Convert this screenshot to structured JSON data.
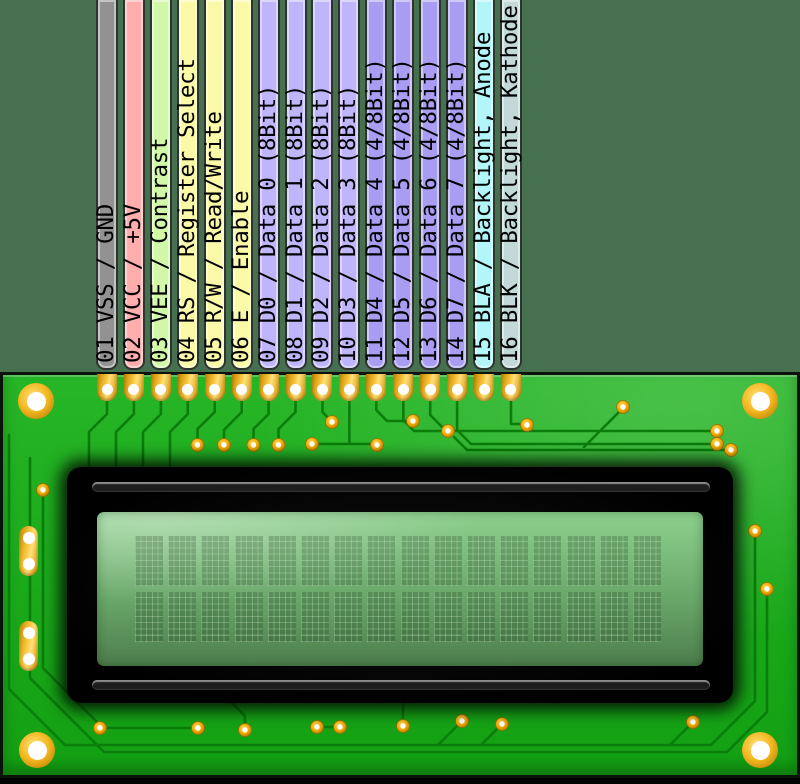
{
  "diagram": {
    "subject": "16x2 character LCD module pinout",
    "lcd": {
      "columns": 16,
      "rows": 2
    }
  },
  "board": {
    "background_color": "#477050",
    "pcb_color": "#1cab1c",
    "trace_color": "#0a7d0a",
    "pad_gold_color": "#f0b325",
    "via_gold_color": "#f2ab00",
    "bezel_color": "#000000",
    "screen_color_top": "#8ed08e",
    "screen_color_bottom": "#4d7d4d"
  },
  "pins": [
    {
      "number": "01",
      "signal": "VSS",
      "function": "GND",
      "label": "01 VSS / GND",
      "color": "#929292"
    },
    {
      "number": "02",
      "signal": "VCC",
      "function": "+5V",
      "label": "02 VCC / +5V",
      "color": "#ffadad"
    },
    {
      "number": "03",
      "signal": "VEE",
      "function": "Contrast",
      "label": "03 VEE / Contrast",
      "color": "#d2f7a8"
    },
    {
      "number": "04",
      "signal": "RS",
      "function": "Register Select",
      "label": "04 RS / Register Select",
      "color": "#f9f9a8"
    },
    {
      "number": "05",
      "signal": "R/W",
      "function": "Read/Write",
      "label": "05 R/W / Read/Write",
      "color": "#f9f9a8"
    },
    {
      "number": "06",
      "signal": "E",
      "function": "Enable",
      "label": "06 E / Enable",
      "color": "#f9f9a8"
    },
    {
      "number": "07",
      "signal": "D0",
      "function": "Data 0 (8Bit)",
      "label": "07 D0 / Data 0 (8Bit)",
      "color": "#beb5fa"
    },
    {
      "number": "08",
      "signal": "D1",
      "function": "Data 1 (8Bit)",
      "label": "08 D1 / Data 1 (8Bit)",
      "color": "#beb5fa"
    },
    {
      "number": "09",
      "signal": "D2",
      "function": "Data 2 (8Bit)",
      "label": "09 D2 / Data 2 (8Bit)",
      "color": "#beb5fa"
    },
    {
      "number": "10",
      "signal": "D3",
      "function": "Data 3 (8Bit)",
      "label": "10 D3 / Data 3 (8Bit)",
      "color": "#beb5fa"
    },
    {
      "number": "11",
      "signal": "D4",
      "function": "Data 4 (4/8Bit)",
      "label": "11 D4 / Data 4 (4/8Bit)",
      "color": "#a89df3"
    },
    {
      "number": "12",
      "signal": "D5",
      "function": "Data 5 (4/8Bit)",
      "label": "12 D5 / Data 5 (4/8Bit)",
      "color": "#a89df3"
    },
    {
      "number": "13",
      "signal": "D6",
      "function": "Data 6 (4/8Bit)",
      "label": "13 D6 / Data 6 (4/8Bit)",
      "color": "#a89df3"
    },
    {
      "number": "14",
      "signal": "D7",
      "function": "Data 7 (4/8Bit)",
      "label": "14 D7 / Data 7 (4/8Bit)",
      "color": "#a89df3"
    },
    {
      "number": "15",
      "signal": "BLA",
      "function": "Backlight, Anode",
      "label": "15 BLA / Backlight, Anode",
      "color": "#b3f6f9"
    },
    {
      "number": "16",
      "signal": "BLK",
      "function": "Backlight, Kathode",
      "label": "16 BLK / Backlight, Kathode",
      "color": "#c3d9d9"
    }
  ]
}
